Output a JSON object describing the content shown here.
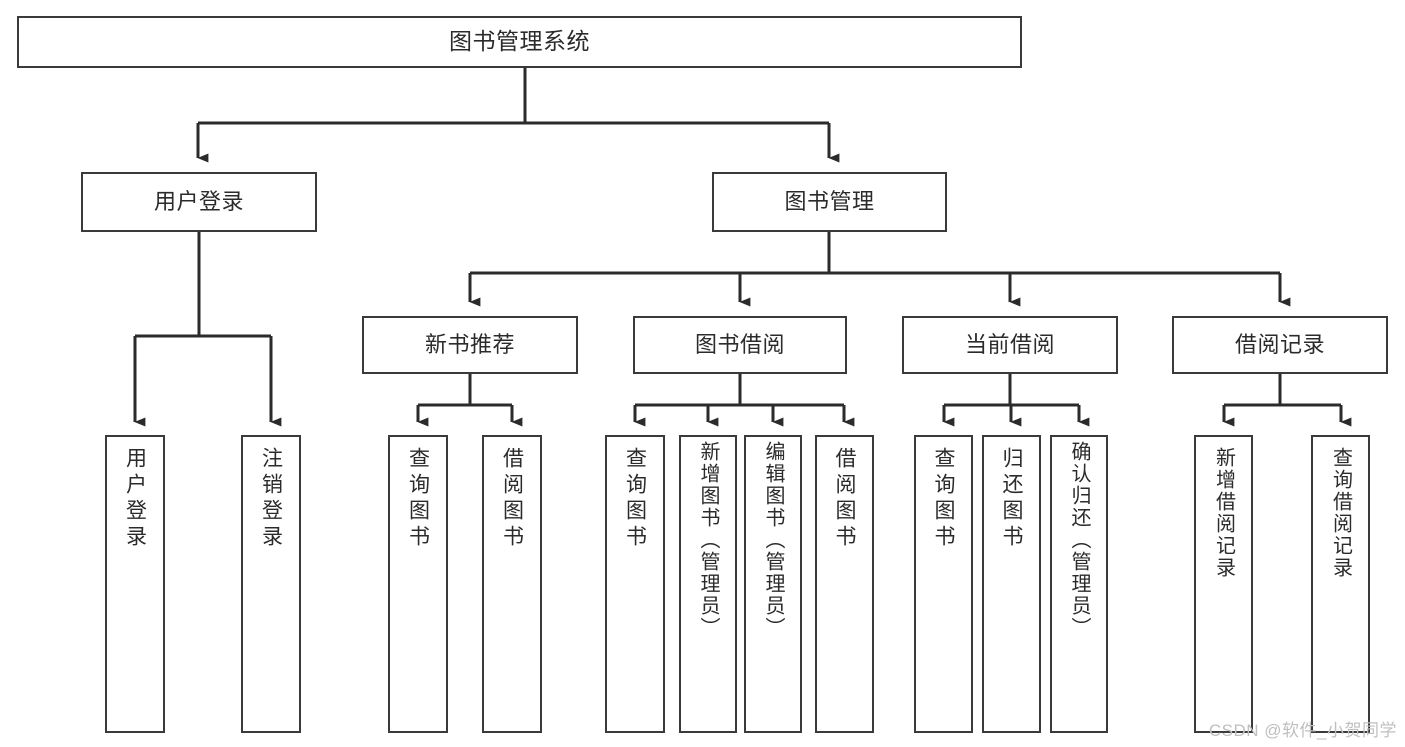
{
  "diagram": {
    "title": "图书管理系统",
    "type": "tree-hierarchy-chart",
    "watermark": "CSDN @软件_小贺同学",
    "colors": {
      "box_border": "#3a3a3a",
      "box_fill": "#ffffff",
      "text": "#2b2b2b",
      "connector": "#2b2b2b",
      "watermark": "#bfbfbf",
      "background": "#ffffff"
    }
  },
  "nodes": {
    "root": {
      "label": "图书管理系统"
    },
    "level2": [
      {
        "id": "user-login",
        "label": "用户登录"
      },
      {
        "id": "book-management",
        "label": "图书管理"
      }
    ],
    "level3": [
      {
        "id": "new-book-recommend",
        "label": "新书推荐"
      },
      {
        "id": "book-borrow",
        "label": "图书借阅"
      },
      {
        "id": "current-borrow",
        "label": "当前借阅"
      },
      {
        "id": "borrow-record",
        "label": "借阅记录"
      }
    ],
    "leaves": [
      {
        "id": "leaf-user-login",
        "label": "用户登录"
      },
      {
        "id": "leaf-logout-login",
        "label": "注销登录"
      },
      {
        "id": "leaf-query-book-1",
        "label": "查询图书"
      },
      {
        "id": "leaf-borrow-book-1",
        "label": "借阅图书"
      },
      {
        "id": "leaf-query-book-2",
        "label": "查询图书"
      },
      {
        "id": "leaf-add-book",
        "label": "新增图书（管理员）"
      },
      {
        "id": "leaf-edit-book",
        "label": "编辑图书（管理员）"
      },
      {
        "id": "leaf-borrow-book-2",
        "label": "借阅图书"
      },
      {
        "id": "leaf-query-book-3",
        "label": "查询图书"
      },
      {
        "id": "leaf-return-book",
        "label": "归还图书"
      },
      {
        "id": "leaf-confirm-return",
        "label": "确认归还（管理员）"
      },
      {
        "id": "leaf-add-borrow-record",
        "label": "新增借阅记录"
      },
      {
        "id": "leaf-query-borrow-record",
        "label": "查询借阅记录"
      }
    ]
  }
}
